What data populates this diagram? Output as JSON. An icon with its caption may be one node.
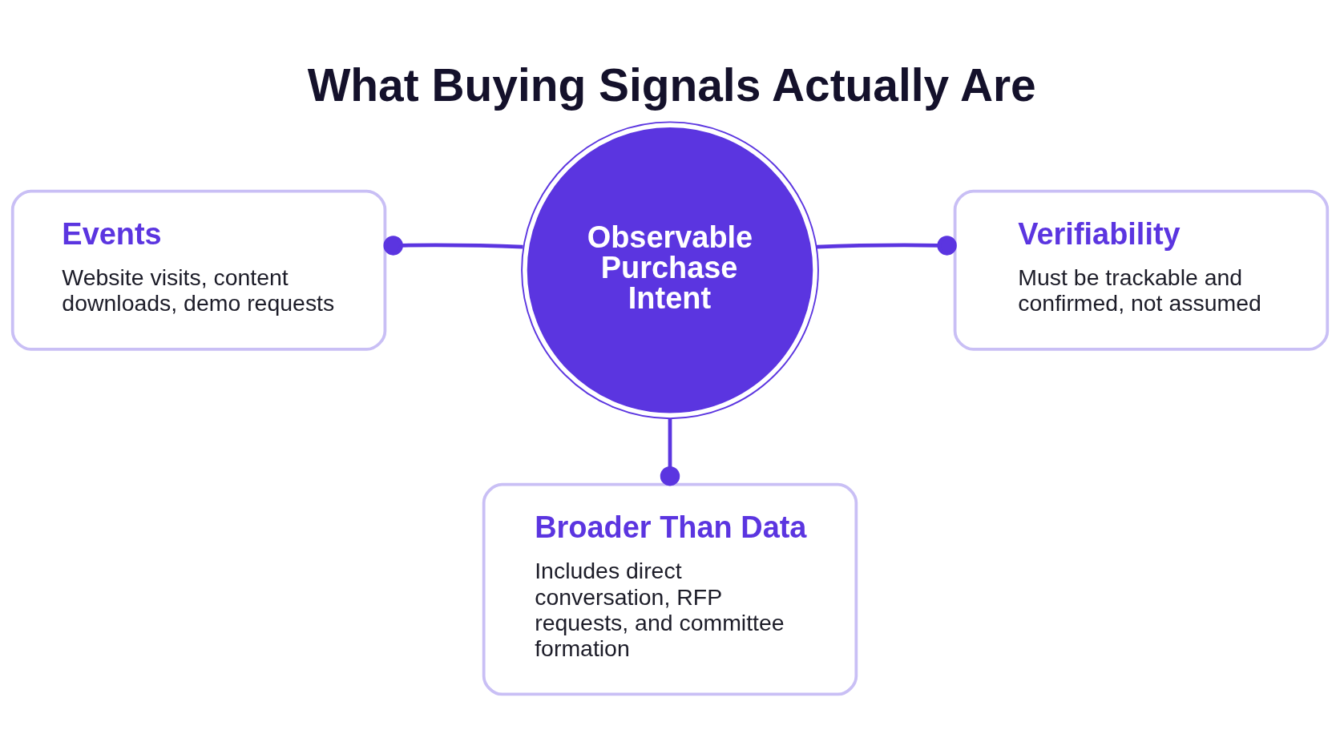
{
  "diagram": {
    "title": "What Buying Signals Actually Are",
    "nodes": [
      {
        "text": [
          "Events",
          "Website visits, content downloads, demo requests"
        ]
      },
      {
        "text": [
          "Observable Purchase Intent"
        ]
      },
      {
        "text": [
          "Verifiability",
          "Must be trackable and confirmed, not assumed"
        ]
      },
      {
        "text": [
          "Broader Than Data",
          "Includes direct conversation, RFP requests, and committee formation"
        ]
      }
    ],
    "edges": [
      {
        "from": 1,
        "to": 0,
        "arrow": "other"
      },
      {
        "from": 1,
        "to": 2,
        "arrow": "other"
      },
      {
        "from": 1,
        "to": 3,
        "arrow": "other"
      }
    ]
  }
}
